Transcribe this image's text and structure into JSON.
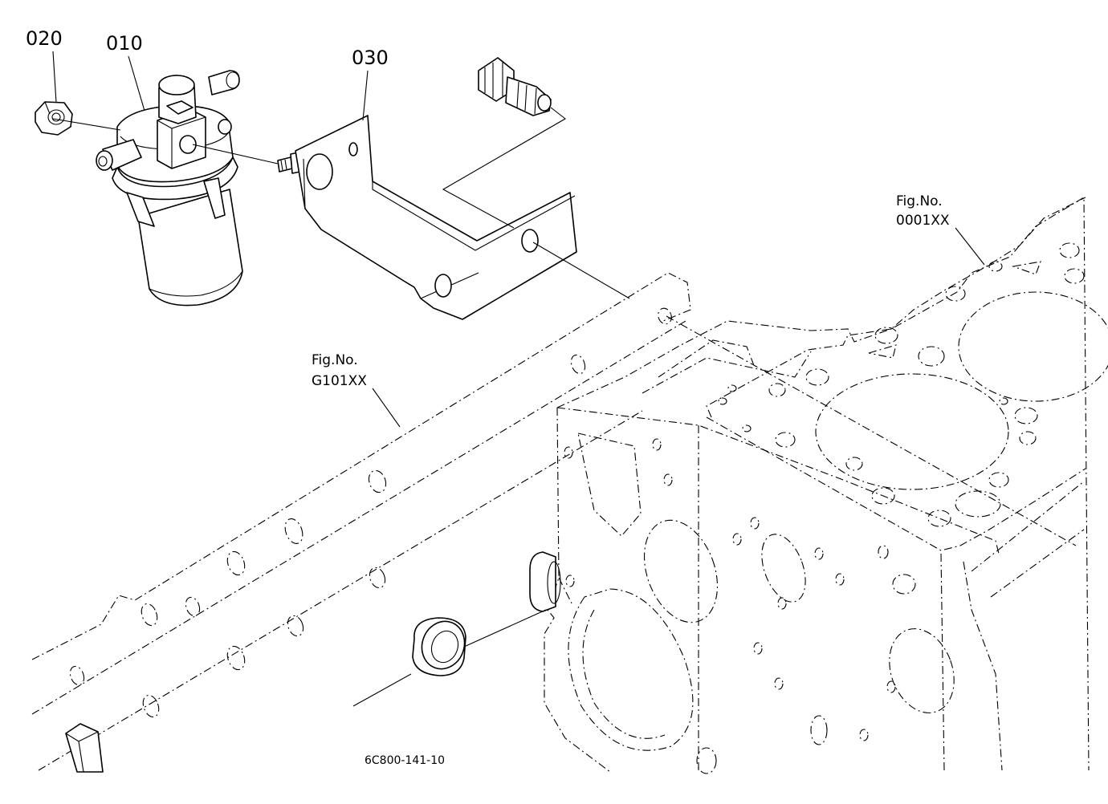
{
  "callouts": {
    "part_020": "020",
    "part_010": "010",
    "part_030": "030"
  },
  "references": {
    "fig_no_label_1": "Fig.No.",
    "fig_no_value_1": "0001XX",
    "fig_no_label_2": "Fig.No.",
    "fig_no_value_2": "G101XX"
  },
  "drawing_code": "6C800-141-10"
}
